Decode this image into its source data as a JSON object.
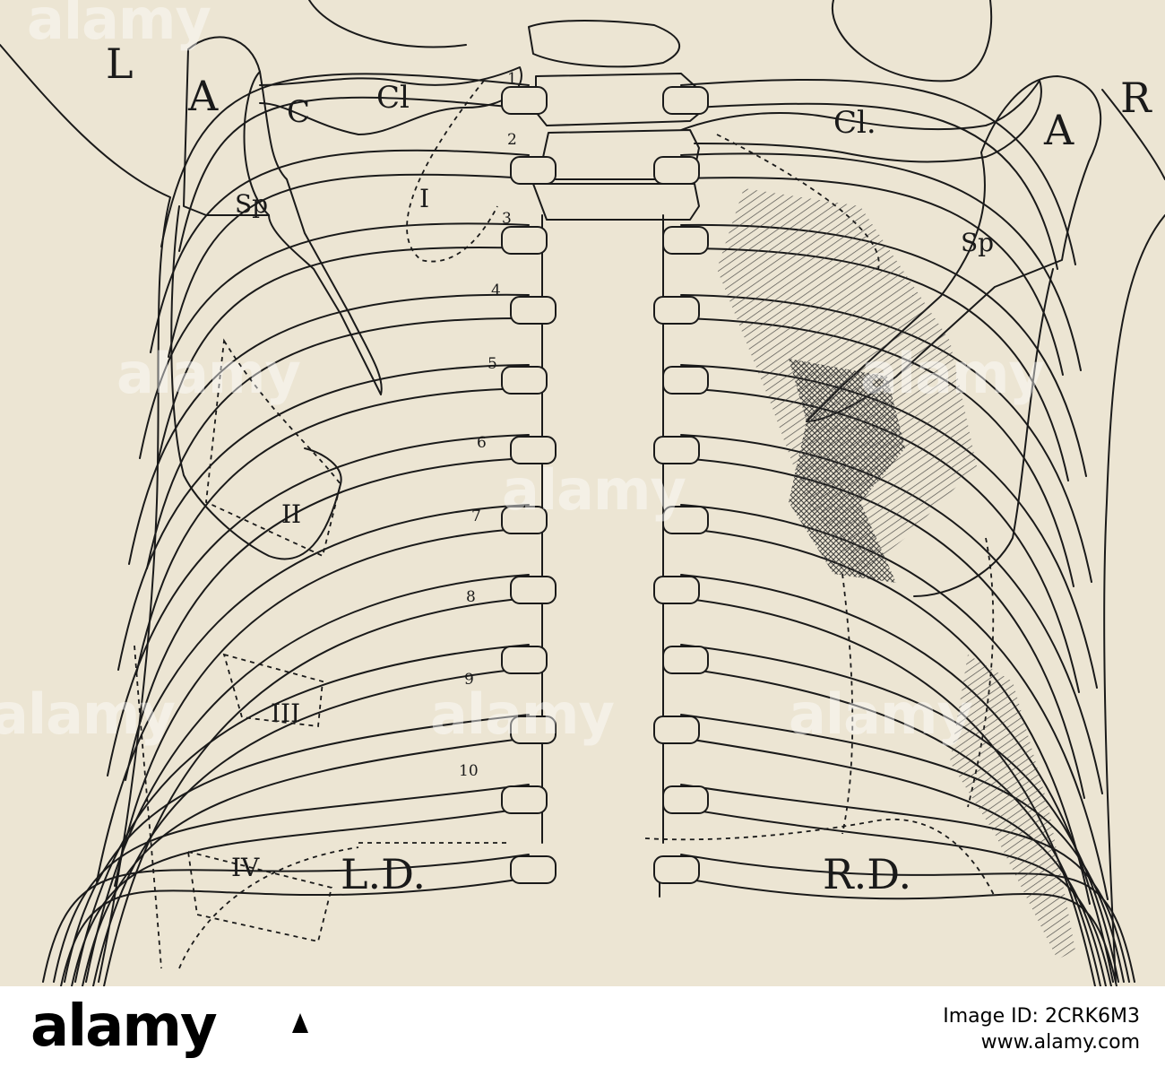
{
  "labels": {
    "left_side": "L",
    "right_side": "R",
    "left_acromion": "A",
    "right_acromion": "A",
    "left_clavicle": "Cl",
    "right_clavicle": "Cl.",
    "left_coracoid": "C",
    "left_spine": "Sp",
    "right_spine": "Sp",
    "region_1": "I",
    "region_2": "II",
    "region_3": "III",
    "region_4": "IV",
    "left_diaphragm": "L.D.",
    "right_diaphragm": "R.D."
  },
  "rib_numbers": [
    "1",
    "2",
    "3",
    "4",
    "5",
    "6",
    "7",
    "8",
    "9",
    "10"
  ],
  "watermark": "alamy",
  "footer": {
    "brand": "alamy",
    "image_id": "Image ID: 2CRK6M3",
    "url": "www.alamy.com"
  },
  "colors": {
    "paper": "#ece5d3",
    "ink": "#1a1a1a"
  }
}
